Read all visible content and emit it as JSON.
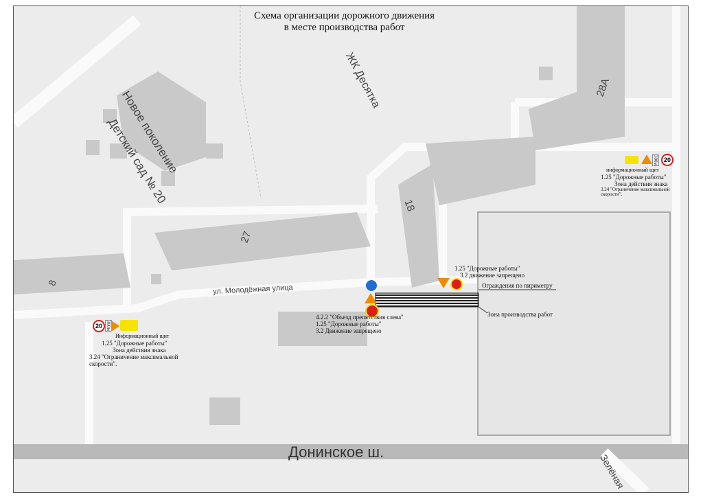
{
  "title": {
    "line1": "Схема организации дорожного движения",
    "line2": "в месте производства работ"
  },
  "map_labels": {
    "kindergarten": "Детский сад № 20",
    "kindergarten2": "Новое поколение",
    "complex": "ЖК Десятка",
    "b28a": "28А",
    "b18": "18",
    "b27": "27",
    "b8": "8",
    "street": "ул. Молодёжная улица",
    "highway": "Донинское ш.",
    "green": "Зелёная"
  },
  "annotations": {
    "center_signs": [
      "4.2.2 \"Объезд препятствия слева\"",
      "1.25 \"Дорожные работы\"",
      "3.2 Движение запрещено"
    ],
    "top_signs": [
      "1.25 \"Дорожные работы\"",
      "3.2 движение запрещено"
    ],
    "fence": "Ограждения по пириметру",
    "work_zone": "Зона производства работ",
    "right_block": [
      "информационный щит",
      "1.25 \"Дорожные работы\"",
      "Зона действия знака",
      "3.24 \"Ограничение максимальной",
      "скорости\"."
    ],
    "left_block": [
      "Информационный щит",
      "1.25 \"Дорожные работы\"",
      "Зона действия знака",
      "3.24 \"Ограничение максимальной",
      "скорости\"."
    ]
  },
  "signs": {
    "speed": "20",
    "distance": "300м"
  },
  "colors": {
    "sign_blue": "#1f6fd0",
    "sign_red": "#e01b1b",
    "sign_yellow": "#f5e400",
    "sign_orange": "#f08a00"
  }
}
